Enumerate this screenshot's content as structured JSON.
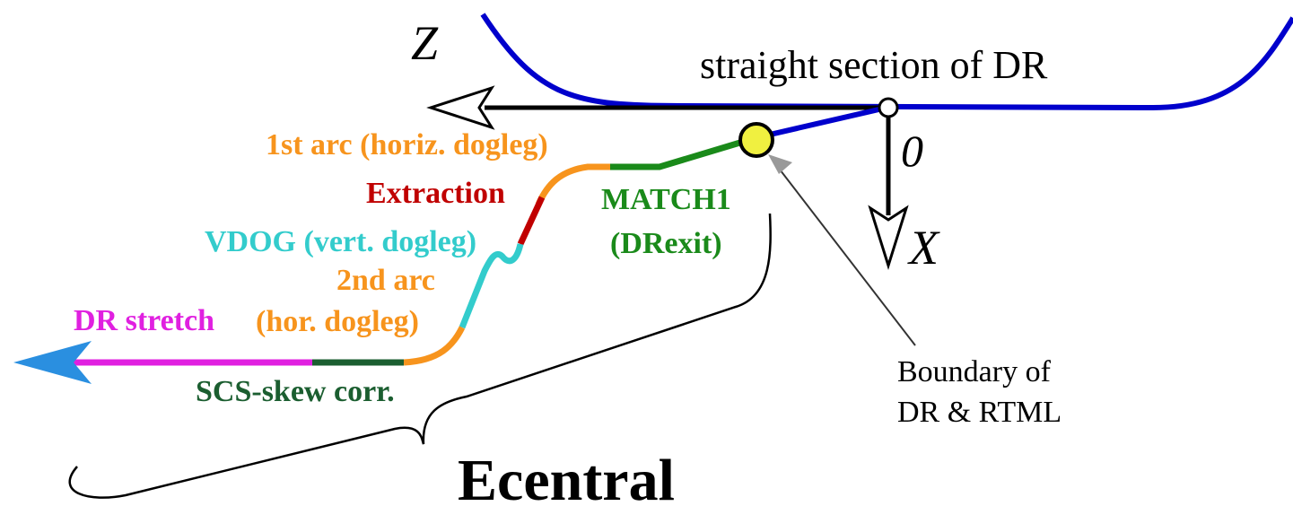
{
  "axes": {
    "z_label": "Z",
    "x_label": "X",
    "origin_label": "0"
  },
  "labels": {
    "straight_section": "straight section of DR",
    "first_arc": "1st arc (horiz. dogleg)",
    "extraction": "Extraction",
    "vdog": "VDOG (vert. dogleg)",
    "second_arc_line1": "2nd arc",
    "second_arc_line2": "(hor. dogleg)",
    "dr_stretch": "DR stretch",
    "scs_skew": "SCS-skew corr.",
    "match1_line1": "MATCH1",
    "match1_line2": "(DRexit)",
    "boundary_line1": "Boundary of",
    "boundary_line2": "DR & RTML",
    "ecentral": "Ecentral"
  },
  "colors": {
    "dr_ring": "#0000cc",
    "arc": "#f7941d",
    "extraction": "#c00000",
    "vdog": "#33cccc",
    "match1": "#1a8a1a",
    "scs_skew": "#1b5e30",
    "dr_stretch": "#e020e0",
    "arrow_head": "#2a8fe0",
    "boundary_dot": "#f0f040",
    "pointer": "#999999"
  }
}
